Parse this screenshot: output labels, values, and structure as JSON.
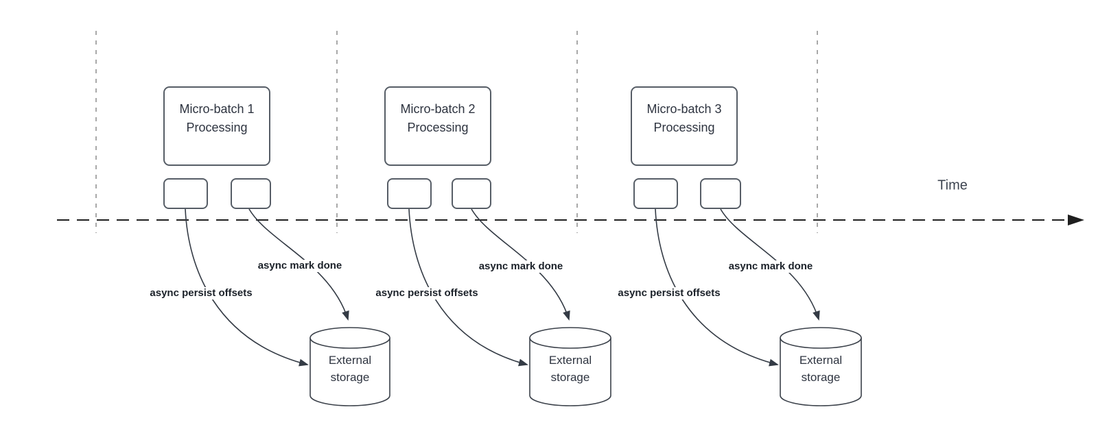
{
  "timeline": {
    "label": "Time"
  },
  "groups": [
    {
      "title": "Micro-batch 1",
      "subtitle": "Processing",
      "persist_label": "async persist offsets",
      "done_label": "async mark done",
      "storage_title": "External",
      "storage_subtitle": "storage"
    },
    {
      "title": "Micro-batch 2",
      "subtitle": "Processing",
      "persist_label": "async persist offsets",
      "done_label": "async mark done",
      "storage_title": "External",
      "storage_subtitle": "storage"
    },
    {
      "title": "Micro-batch 3",
      "subtitle": "Processing",
      "persist_label": "async persist offsets",
      "done_label": "async mark done",
      "storage_title": "External",
      "storage_subtitle": "storage"
    }
  ],
  "colors": {
    "axis": "#1f1f1f",
    "guide": "#a8a8a8",
    "shape_stroke": "#565d66",
    "connector": "#343b45",
    "text": "#2e3440",
    "label_text": "#1b2129"
  }
}
